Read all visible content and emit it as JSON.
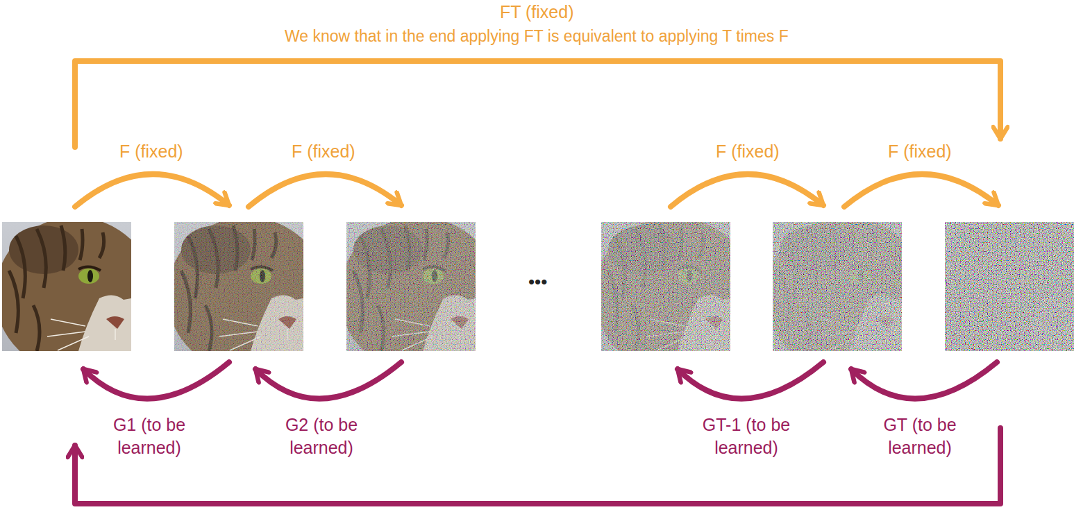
{
  "diagram": {
    "labels": [
      "FT (fixed)",
      "We know that in the end applying FT is equivalent to applying T times F",
      "F (fixed)",
      "F (fixed)",
      "F (fixed)",
      "F (fixed)",
      "•••",
      "G1 (to be learned)",
      "G2 (to be learned)",
      "GT-1 (to be learned)",
      "GT (to be learned)"
    ]
  }
}
